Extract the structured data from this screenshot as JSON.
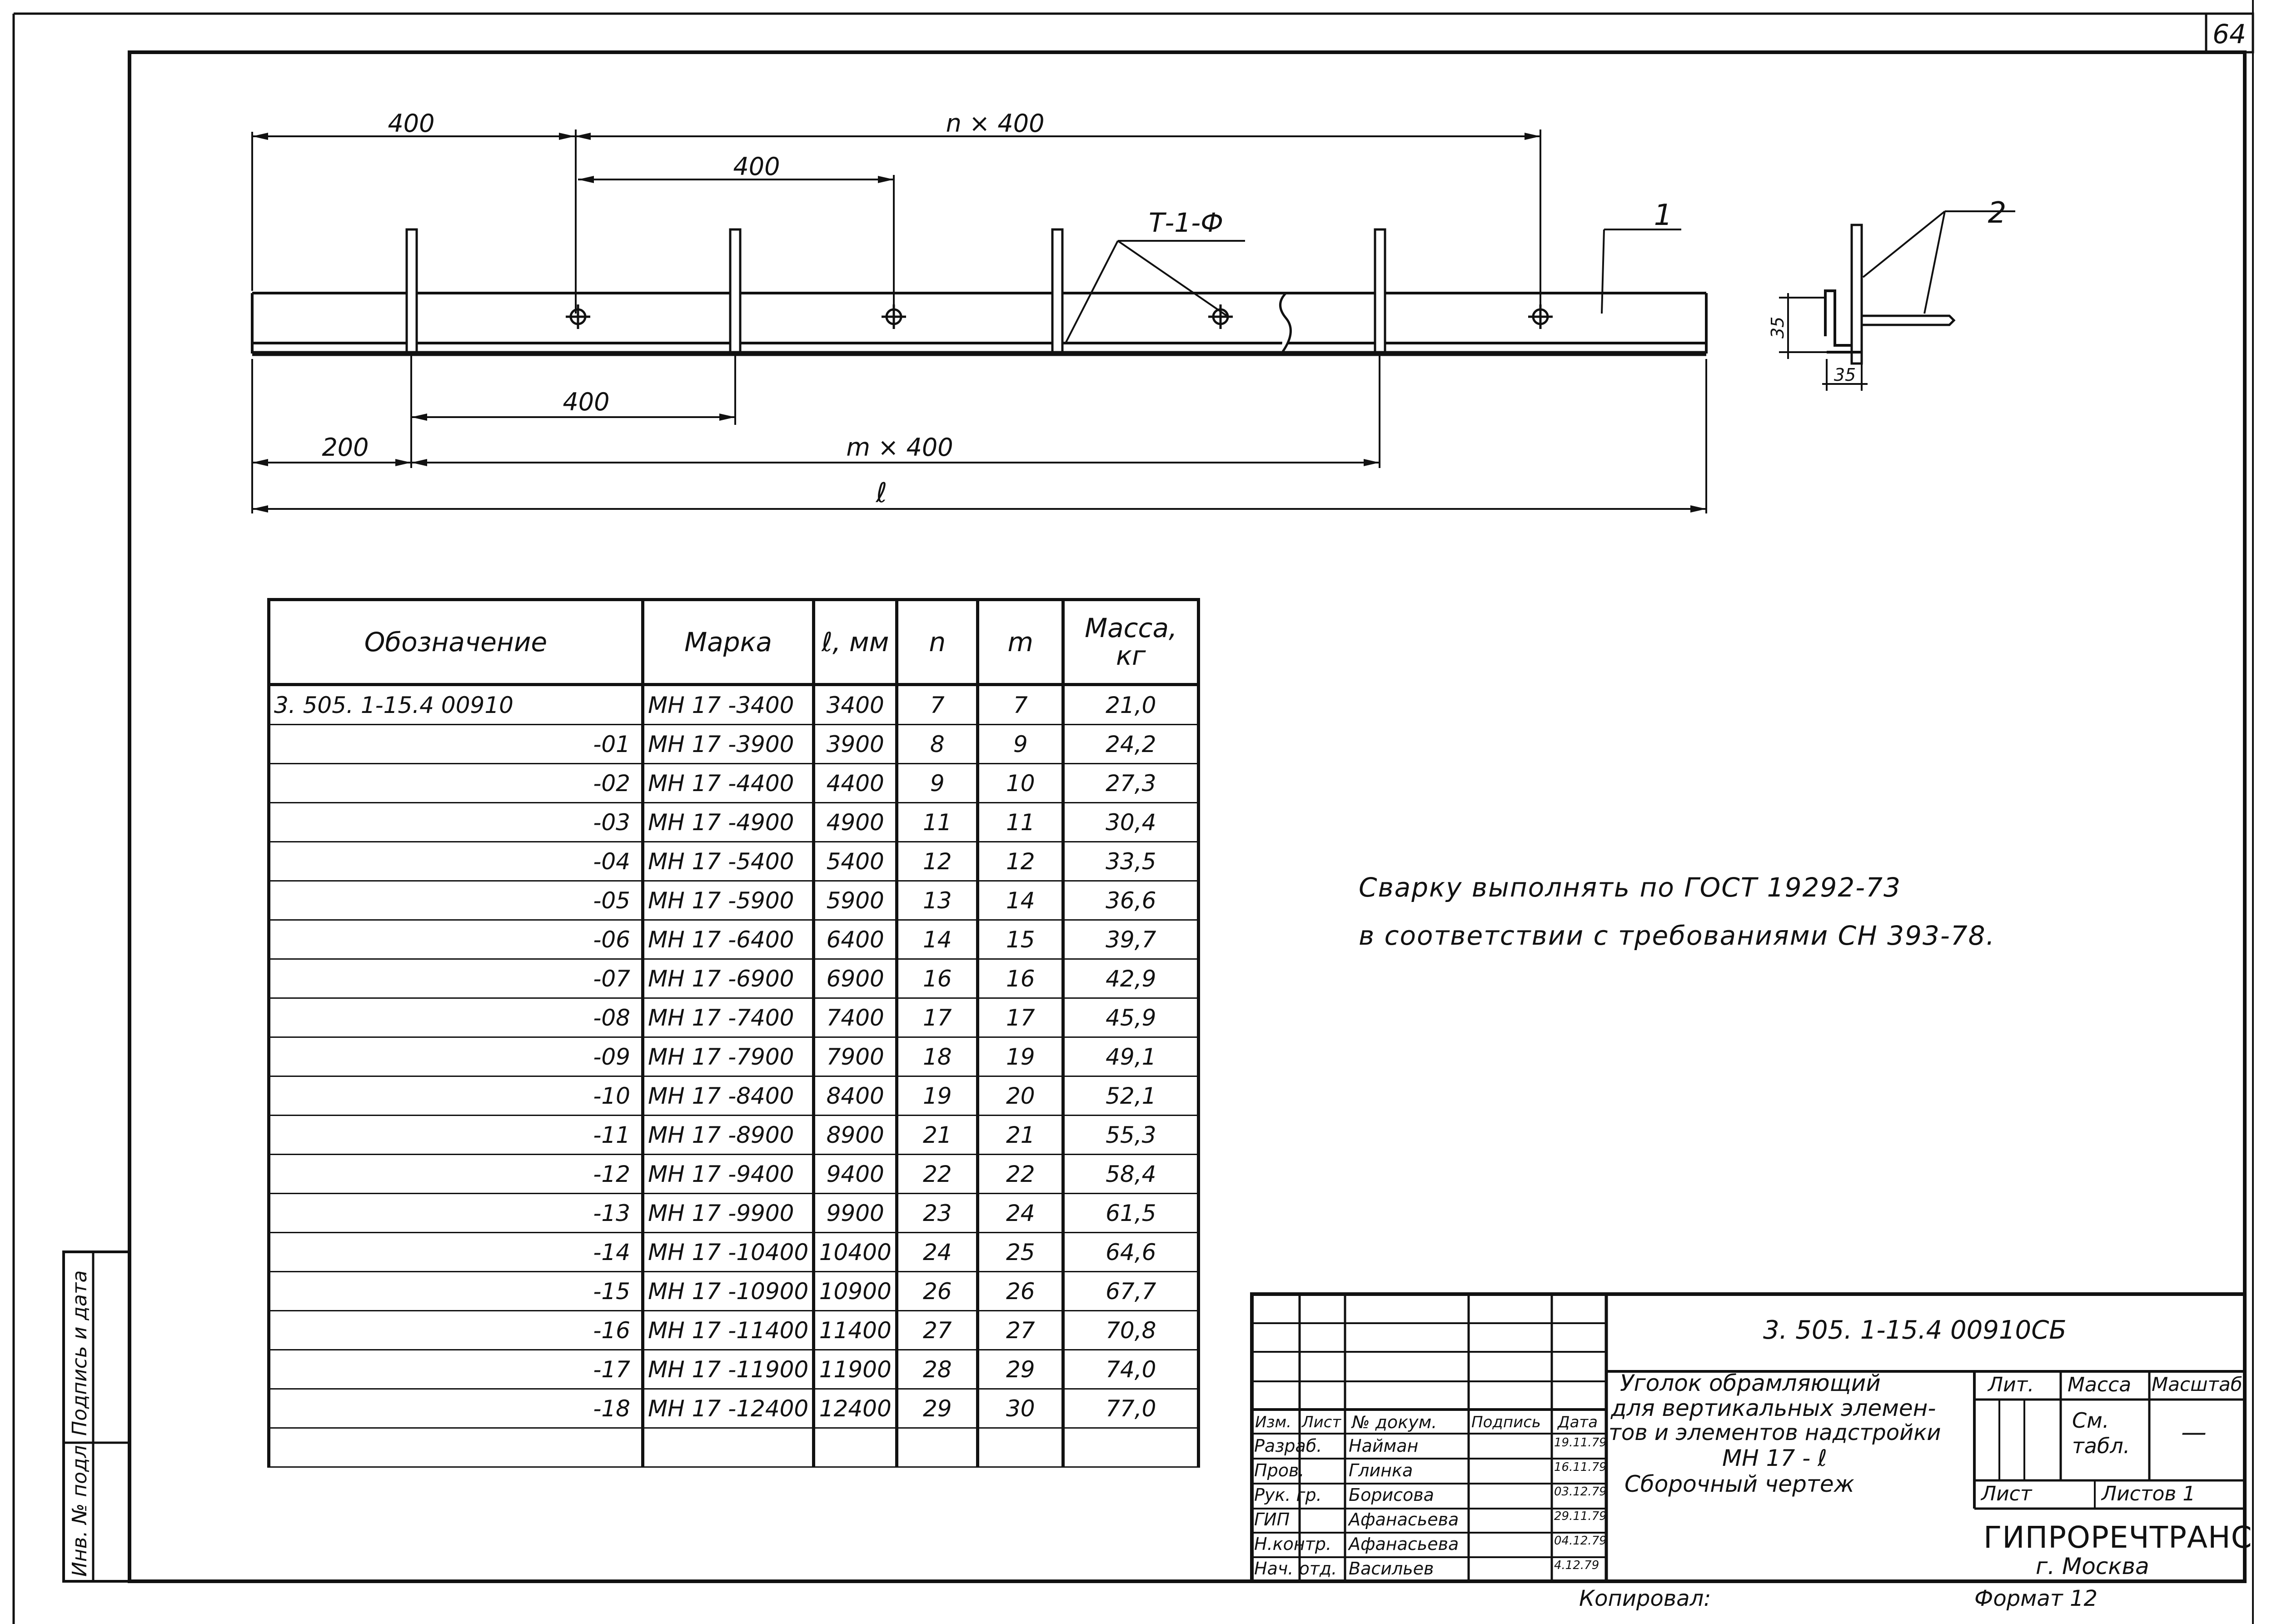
{
  "sheet": {
    "page_number": "64"
  },
  "drawing": {
    "dim_400_a": "400",
    "dim_n400": "n × 400",
    "dim_400_b": "400",
    "callout_weld": "Т-1-Ф",
    "callout_1": "1",
    "callout_2": "2",
    "dim_400_c": "400",
    "dim_200": "200",
    "dim_m400": "m × 400",
    "dim_l": "ℓ",
    "section_35_v": "35",
    "section_35_h": "35"
  },
  "spec_table": {
    "headers": [
      "Обозначение",
      "Марка",
      "ℓ, мм",
      "n",
      "m",
      "Масса, кг"
    ],
    "rows": [
      [
        "3. 505. 1-15.4  00910",
        "МН 17 -3400",
        "3400",
        "7",
        "7",
        "21,0"
      ],
      [
        "-01",
        "МН 17 -3900",
        "3900",
        "8",
        "9",
        "24,2"
      ],
      [
        "-02",
        "МН 17 -4400",
        "4400",
        "9",
        "10",
        "27,3"
      ],
      [
        "-03",
        "МН 17 -4900",
        "4900",
        "11",
        "11",
        "30,4"
      ],
      [
        "-04",
        "МН 17 -5400",
        "5400",
        "12",
        "12",
        "33,5"
      ],
      [
        "-05",
        "МН 17 -5900",
        "5900",
        "13",
        "14",
        "36,6"
      ],
      [
        "-06",
        "МН 17 -6400",
        "6400",
        "14",
        "15",
        "39,7"
      ],
      [
        "-07",
        "МН 17 -6900",
        "6900",
        "16",
        "16",
        "42,9"
      ],
      [
        "-08",
        "МН 17 -7400",
        "7400",
        "17",
        "17",
        "45,9"
      ],
      [
        "-09",
        "МН 17 -7900",
        "7900",
        "18",
        "19",
        "49,1"
      ],
      [
        "-10",
        "МН 17 -8400",
        "8400",
        "19",
        "20",
        "52,1"
      ],
      [
        "-11",
        "МН 17 -8900",
        "8900",
        "21",
        "21",
        "55,3"
      ],
      [
        "-12",
        "МН 17 -9400",
        "9400",
        "22",
        "22",
        "58,4"
      ],
      [
        "-13",
        "МН 17 -9900",
        "9900",
        "23",
        "24",
        "61,5"
      ],
      [
        "-14",
        "МН 17 -10400",
        "10400",
        "24",
        "25",
        "64,6"
      ],
      [
        "-15",
        "МН 17 -10900",
        "10900",
        "26",
        "26",
        "67,7"
      ],
      [
        "-16",
        "МН 17 -11400",
        "11400",
        "27",
        "27",
        "70,8"
      ],
      [
        "-17",
        "МН 17 -11900",
        "11900",
        "28",
        "29",
        "74,0"
      ],
      [
        "-18",
        "МН 17 -12400",
        "12400",
        "29",
        "30",
        "77,0"
      ]
    ]
  },
  "note": {
    "line1": "Сварку выполнять по ГОСТ 19292-73",
    "line2": "в соответствии с требованиями СН 393-78."
  },
  "title_block": {
    "designation": "3. 505. 1-15.4  00910СБ",
    "title_line1": "Уголок обрамляющий",
    "title_line2": "для вертикальных элемен-",
    "title_line3": "тов и элементов надстройки",
    "title_line4": "МН 17 - ℓ",
    "title_line5": "Сборочный чертеж",
    "col_izm": "Изм.",
    "col_list": "Лист",
    "col_doc": "№ докум.",
    "col_sign": "Подпись",
    "col_date": "Дата",
    "roles": [
      {
        "role": "Разраб.",
        "name": "Найман",
        "date": "19.11.79"
      },
      {
        "role": "Пров.",
        "name": "Глинка",
        "date": "16.11.79"
      },
      {
        "role": "Рук. гр.",
        "name": "Борисова",
        "date": "03.12.79"
      },
      {
        "role": "ГИП",
        "name": "Афанасьева",
        "date": "29.11.79"
      },
      {
        "role": "Н.контр.",
        "name": "Афанасьева",
        "date": "04.12.79"
      },
      {
        "role": "Нач. отд.",
        "name": "Васильев",
        "date": "4.12.79"
      }
    ],
    "lit_label": "Лит.",
    "mass_label": "Масса",
    "scale_label": "Масштаб",
    "mass_value": "См. табл.",
    "scale_value": "—",
    "sheet_label": "Лист",
    "sheets_label": "Листов 1",
    "org_name": "ГИПРОРЕЧТРАНС",
    "org_city": "г. Москва",
    "copied_label": "Копировал:",
    "format_label": "Формат 12"
  },
  "side_stamp": {
    "inv_label": "Инв. № подл.",
    "sign_label": "Подпись и дата"
  }
}
